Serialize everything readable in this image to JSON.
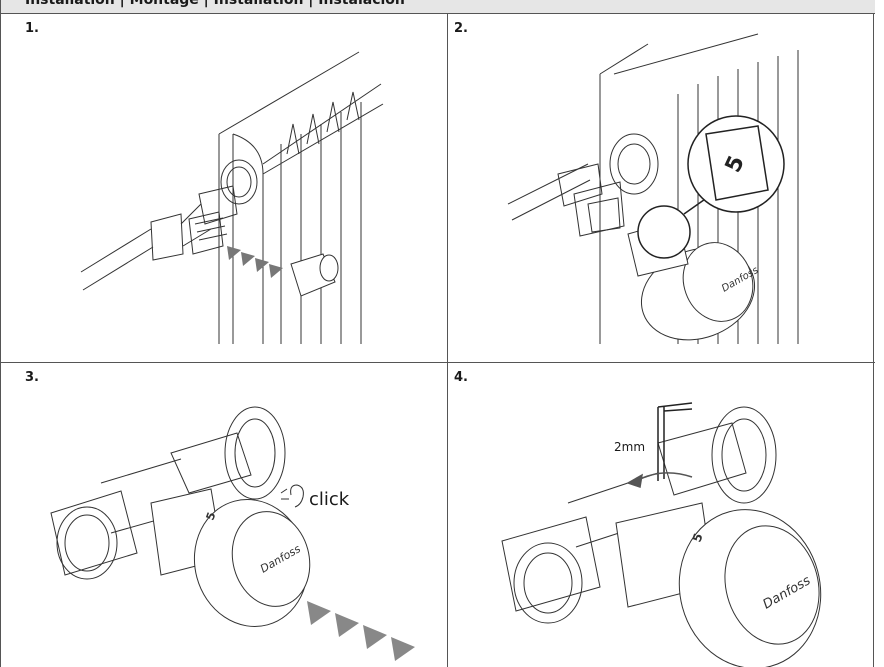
{
  "header": {
    "title": "Installation | Montage | Installation | Instalación"
  },
  "steps": [
    {
      "number": "1."
    },
    {
      "number": "2.",
      "dial_setting": "5"
    },
    {
      "number": "3.",
      "dial_setting": "5",
      "sound_label": "click"
    },
    {
      "number": "4.",
      "dial_setting": "5",
      "tool_label": "2mm"
    }
  ],
  "icons": [
    "radiator-illustration",
    "valve-illustration",
    "thermostat-head-illustration",
    "ear-icon",
    "hex-key-icon",
    "rotation-arrow-icon",
    "direction-arrow-icon",
    "brand-logo"
  ]
}
